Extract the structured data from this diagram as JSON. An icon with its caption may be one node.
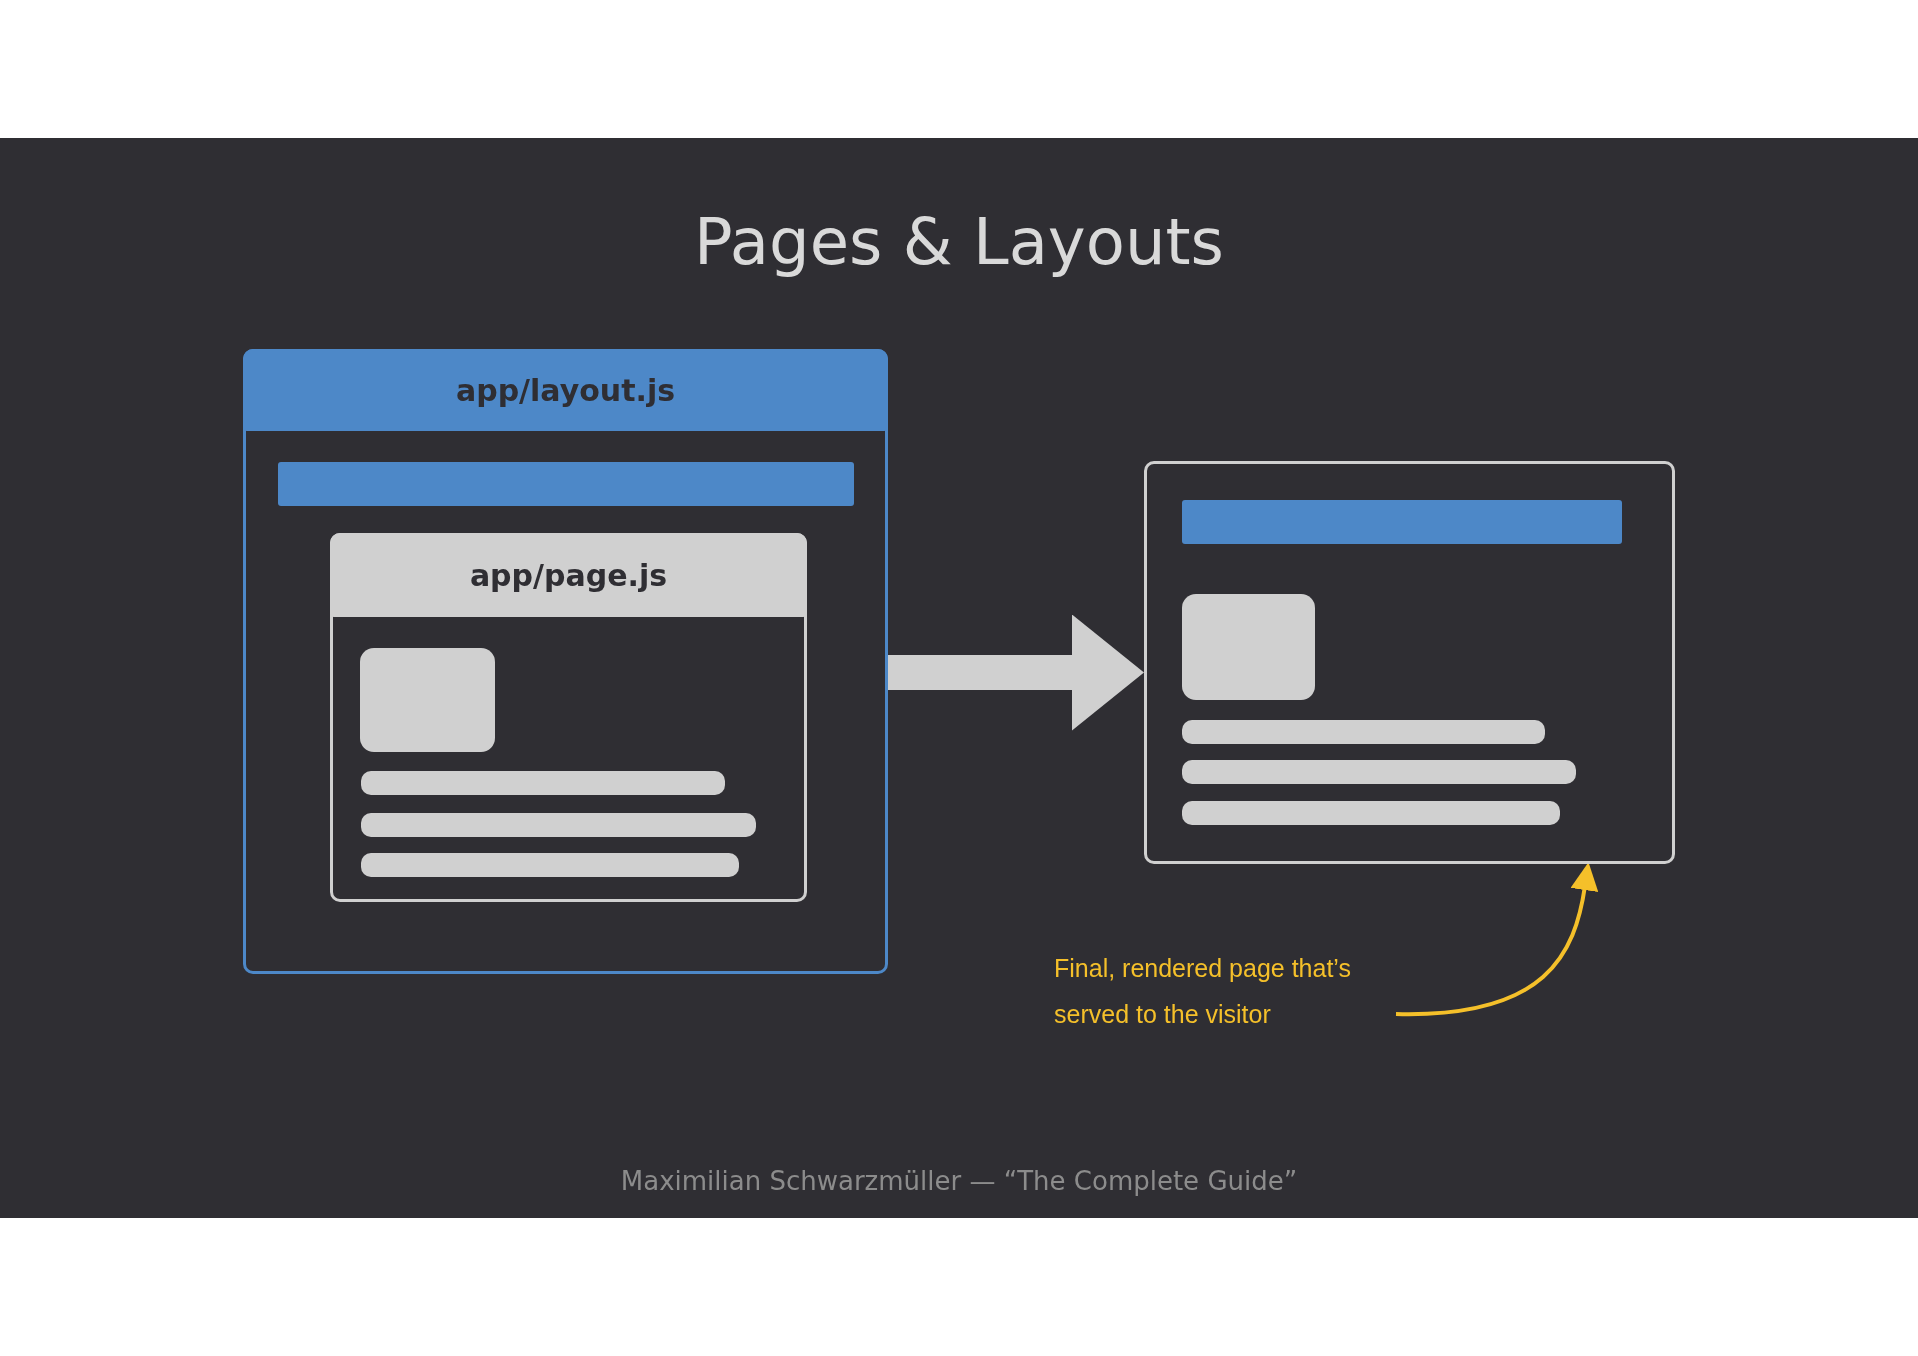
{
  "diagram": {
    "title": "Pages & Layouts",
    "nodes": [
      {
        "text": [
          "app/layout.js"
        ]
      },
      {
        "text": [],
        "shape": "bar",
        "in": 0
      },
      {
        "text": [
          "app/page.js"
        ],
        "in": 0
      },
      {
        "text": [],
        "shape": "box",
        "in": 2
      },
      {
        "text": [],
        "shape": "bar",
        "in": 2
      },
      {
        "text": [],
        "shape": "bar",
        "in": 2
      },
      {
        "text": [],
        "shape": "bar",
        "in": 2
      },
      {
        "text": [],
        "shape": "box"
      },
      {
        "text": [],
        "shape": "bar",
        "in": 7
      },
      {
        "text": [],
        "shape": "box",
        "in": 7
      },
      {
        "text": [],
        "shape": "bar",
        "in": 7
      },
      {
        "text": [],
        "shape": "bar",
        "in": 7
      },
      {
        "text": [],
        "shape": "bar",
        "in": 7
      },
      {
        "text": [
          "Final, rendered page that’s served to the visitor"
        ]
      }
    ],
    "edges": [
      {
        "from": 0,
        "to": 7,
        "arrow": "to",
        "style": "thick"
      },
      {
        "from": 13,
        "to": 7,
        "arrow": "to",
        "color": "#f5c02a"
      }
    ],
    "labels": [
      "Maximilian Schwarzmüller — “The Complete Guide”"
    ]
  }
}
